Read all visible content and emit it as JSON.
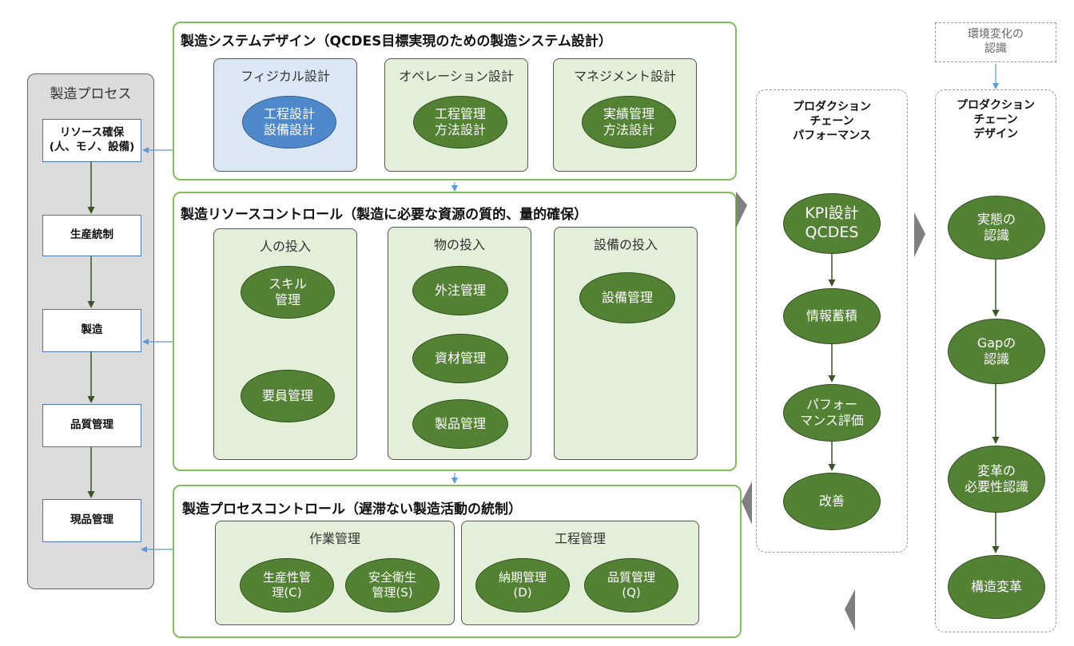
{
  "process_panel": {
    "title": "製造プロセス",
    "steps": [
      "リソース確保\n(人、モノ、設備)",
      "生産統制",
      "製造",
      "品質管理",
      "現品管理"
    ]
  },
  "system_design": {
    "title": "製造システムデザイン（QCDES目標実現のための製造システム設計）",
    "groups": [
      {
        "label": "フィジカル設計",
        "items": [
          "工程設計\n設備設計"
        ]
      },
      {
        "label": "オペレーション設計",
        "items": [
          "工程管理\n方法設計"
        ]
      },
      {
        "label": "マネジメント設計",
        "items": [
          "実績管理\n方法設計"
        ]
      }
    ]
  },
  "resource_control": {
    "title": "製造リソースコントロール（製造に必要な資源の質的、量的確保）",
    "groups": [
      {
        "label": "人の投入",
        "items": [
          "スキル\n管理",
          "要員管理"
        ]
      },
      {
        "label": "物の投入",
        "items": [
          "外注管理",
          "資材管理",
          "製品管理"
        ]
      },
      {
        "label": "設備の投入",
        "items": [
          "設備管理"
        ]
      }
    ]
  },
  "process_control": {
    "title": "製造プロセスコントロール（遅滞ない製造活動の統制）",
    "groups": [
      {
        "label": "作業管理",
        "items": [
          "生産性管\n理(C)",
          "安全衛生\n管理(S)"
        ]
      },
      {
        "label": "工程管理",
        "items": [
          "納期管理\n(D)",
          "品質管理\n(Q)"
        ]
      }
    ]
  },
  "performance": {
    "title": "プロダクション\nチェーン\nパフォーマンス",
    "items": [
      "KPI設計\nQCDES",
      "情報蓄積",
      "パフォー\nマンス評価",
      "改善"
    ]
  },
  "chain_design": {
    "trigger": "環境変化の\n認識",
    "title": "プロダクション\nチェーン\nデザイン",
    "items": [
      "実態の\n認識",
      "Gapの\n認識",
      "変革の\n必要性認識",
      "構造変革"
    ]
  },
  "colors": {
    "frame_green": "#7fbf5a",
    "oval_green": "#548235",
    "oval_blue": "#4f89cc",
    "panel_green": "#e3efd8",
    "panel_blue": "#dbe7f4",
    "arrow_blue": "#5b9bd5",
    "arrow_dark": "#375623",
    "chevron_gray": "#7f7f7f"
  }
}
